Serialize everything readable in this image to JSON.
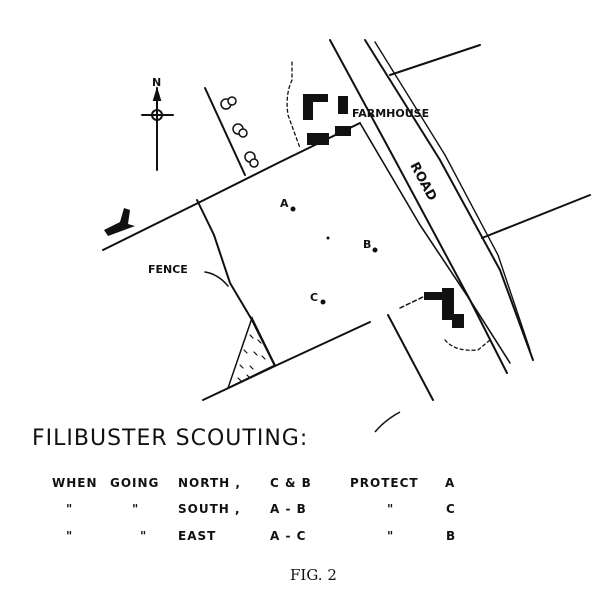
{
  "map": {
    "compass_label": "N",
    "farmhouse_label": "FARMHOUSE",
    "road_label": "ROAD",
    "fence_label": "FENCE",
    "points": {
      "a": "A",
      "b": "B",
      "c": "C"
    }
  },
  "caption": {
    "title": "FILIBUSTER SCOUTING:",
    "rows": [
      {
        "c1": "WHEN",
        "c2": "GOING",
        "dir": "NORTH ,",
        "pair": "C & B",
        "verb": "PROTECT",
        "target": "A"
      },
      {
        "c1": "\"",
        "c2": "\"",
        "dir": "SOUTH ,",
        "pair": "A - B",
        "verb": "\"",
        "target": "C"
      },
      {
        "c1": "\"",
        "c2": "\"",
        "dir": "EAST",
        "pair": "A - C",
        "verb": "\"",
        "target": "B"
      }
    ],
    "figure": "FIG. 2"
  }
}
